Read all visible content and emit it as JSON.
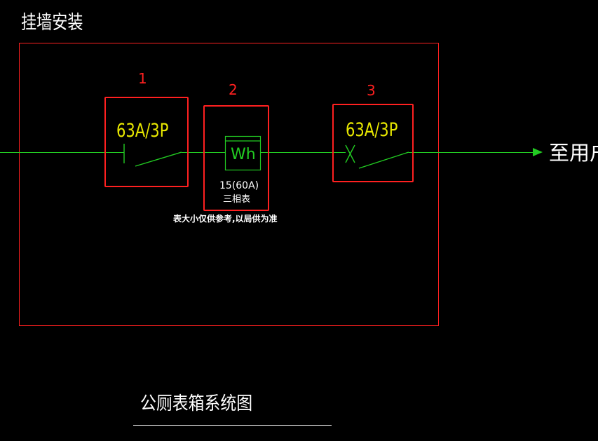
{
  "diagram": {
    "heading": "挂墙安装",
    "destination_label": "至用户",
    "caption": "公厕表箱系统图",
    "devices": [
      {
        "number": "1",
        "label": "63A/3P",
        "kind": "breaker"
      },
      {
        "number": "2",
        "label": "Wh",
        "kind": "meter",
        "rating": "15(60A)",
        "type": "三相表",
        "note": "表大小仅供参考,以局供为准"
      },
      {
        "number": "3",
        "label": "63A/3P",
        "kind": "breaker"
      }
    ],
    "colors": {
      "background": "#000000",
      "frame": "#ff2020",
      "wire": "#22cc22",
      "rating_text": "#e8e800",
      "text": "#ffffff"
    }
  }
}
